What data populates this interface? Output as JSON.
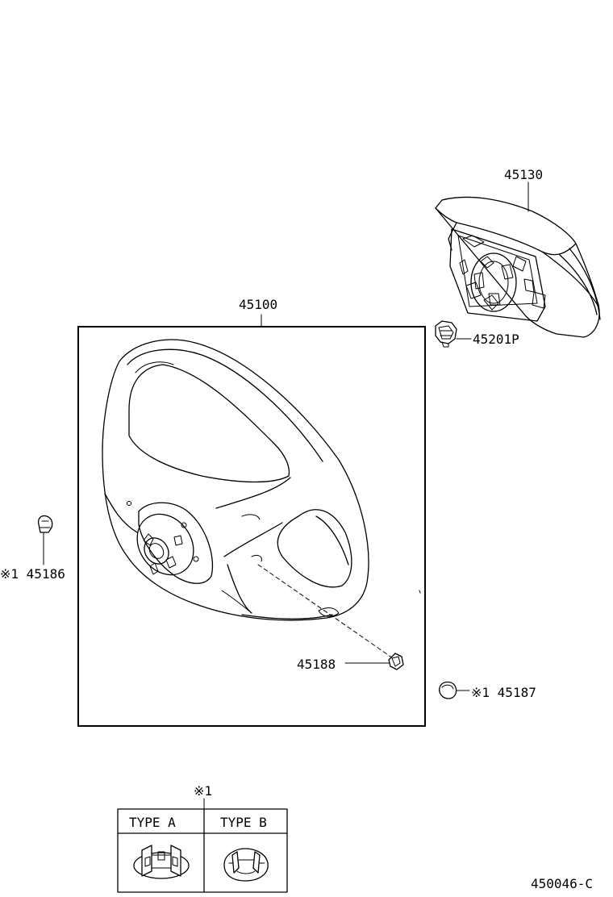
{
  "parts": {
    "p45130": "45130",
    "p45100": "45100",
    "p45201p": "45201P",
    "p45186": "※1 45186",
    "p45188": "45188",
    "p45187": "※1 45187"
  },
  "legend": {
    "mark": "※1",
    "type_a": "TYPE  A",
    "type_b": "TYPE  B"
  },
  "diagram_code": "450046-C"
}
